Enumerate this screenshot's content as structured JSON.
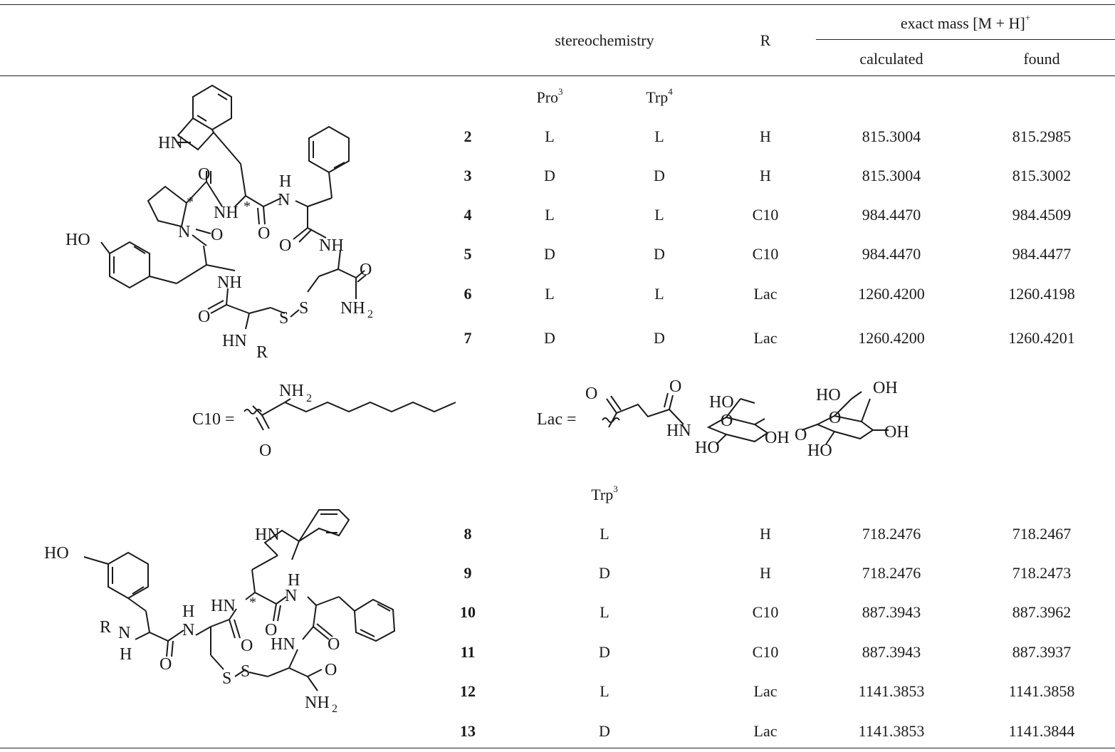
{
  "header": {
    "stereochemistry": "stereochemistry",
    "r": "R",
    "exact_mass": "exact mass [M + H]",
    "exact_mass_sup": "+",
    "calculated": "calculated",
    "found": "found"
  },
  "group1": {
    "col_pro": "Pro",
    "col_pro_sup": "3",
    "col_trp": "Trp",
    "col_trp_sup": "4",
    "rows": [
      {
        "id": "2",
        "pro": "L",
        "trp": "L",
        "r": "H",
        "calc": "815.3004",
        "found": "815.2985"
      },
      {
        "id": "3",
        "pro": "D",
        "trp": "D",
        "r": "H",
        "calc": "815.3004",
        "found": "815.3002"
      },
      {
        "id": "4",
        "pro": "L",
        "trp": "L",
        "r": "C10",
        "calc": "984.4470",
        "found": "984.4509"
      },
      {
        "id": "5",
        "pro": "D",
        "trp": "D",
        "r": "C10",
        "calc": "984.4470",
        "found": "984.4477"
      },
      {
        "id": "6",
        "pro": "L",
        "trp": "L",
        "r": "Lac",
        "calc": "1260.4200",
        "found": "1260.4198"
      },
      {
        "id": "7",
        "pro": "D",
        "trp": "D",
        "r": "Lac",
        "calc": "1260.4200",
        "found": "1260.4201"
      }
    ]
  },
  "group2": {
    "col_trp": "Trp",
    "col_trp_sup": "3",
    "rows": [
      {
        "id": "8",
        "trp": "L",
        "r": "H",
        "calc": "718.2476",
        "found": "718.2467"
      },
      {
        "id": "9",
        "trp": "D",
        "r": "H",
        "calc": "718.2476",
        "found": "718.2473"
      },
      {
        "id": "10",
        "trp": "L",
        "r": "C10",
        "calc": "887.3943",
        "found": "887.3962"
      },
      {
        "id": "11",
        "trp": "D",
        "r": "C10",
        "calc": "887.3943",
        "found": "887.3937"
      },
      {
        "id": "12",
        "trp": "L",
        "r": "Lac",
        "calc": "1141.3853",
        "found": "1141.3858"
      },
      {
        "id": "13",
        "trp": "D",
        "r": "Lac",
        "calc": "1141.3853",
        "found": "1141.3844"
      }
    ]
  },
  "structures": {
    "hn": "HN",
    "nh": "NH",
    "n": "N",
    "o": "O",
    "h": "H",
    "ho": "HO",
    "oh": "OH",
    "s": "S",
    "r": "R",
    "nh2_n": "NH",
    "sub2": "2",
    "star": "*",
    "hn_r": "HN",
    "c10_label": "C10 =",
    "lac_label": "Lac ="
  }
}
